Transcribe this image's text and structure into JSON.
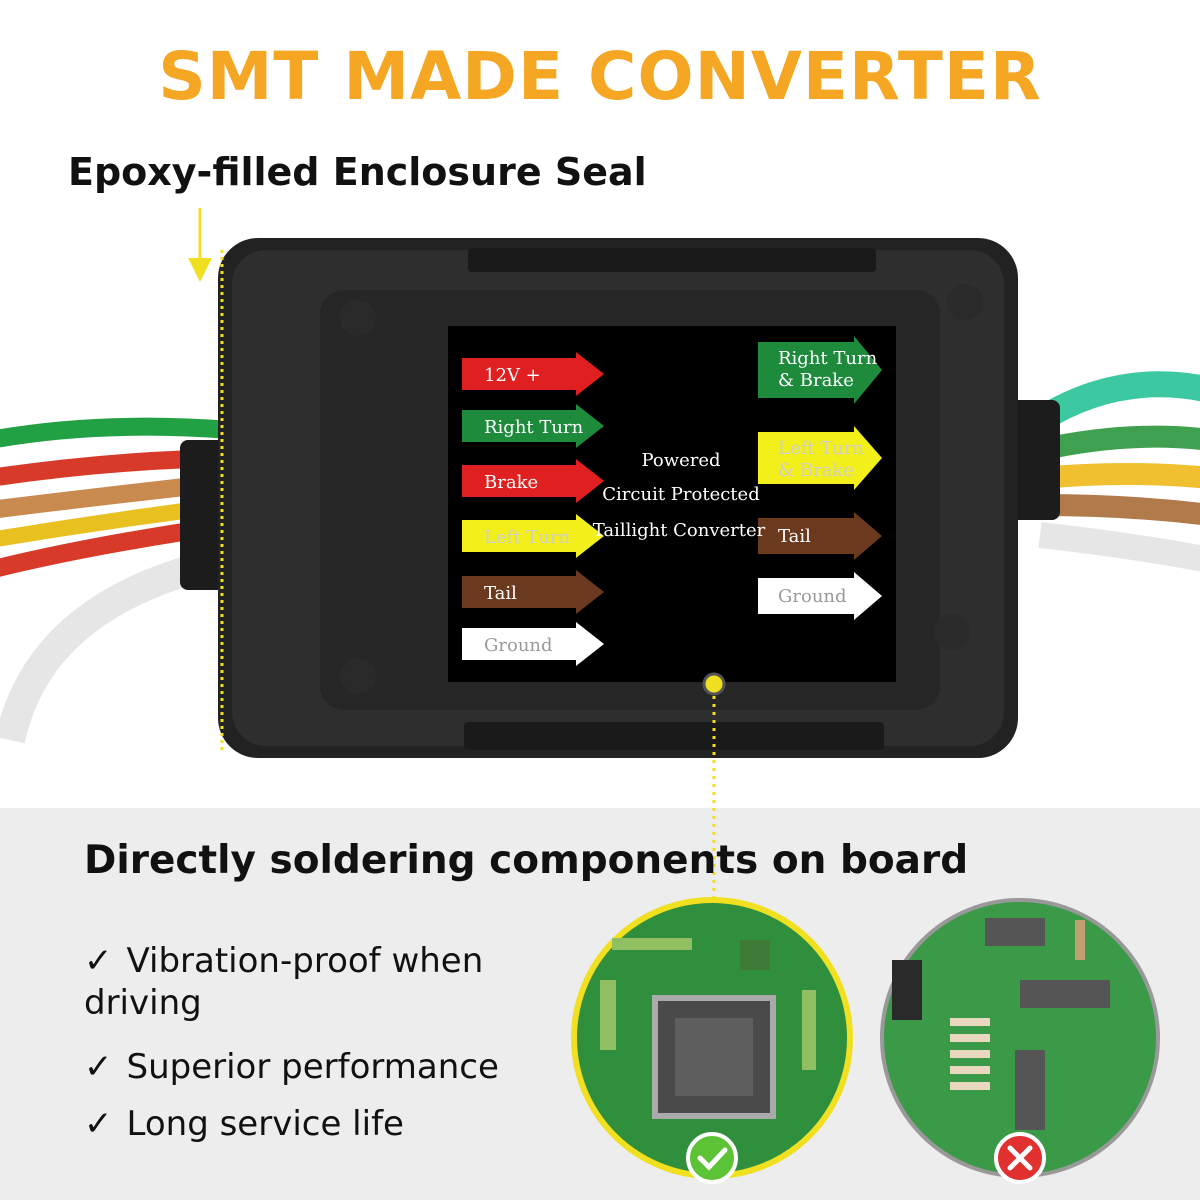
{
  "headline": "SMT MADE CONVERTER",
  "epoxy_label": "Epoxy-filled Enclosure Seal",
  "panel": {
    "center_lines": [
      "Powered",
      "Circuit Protected",
      "Taillight Converter"
    ],
    "inputs": [
      {
        "label": "12V +",
        "color": "#e02020",
        "text_color": "#ffffff"
      },
      {
        "label": "Right Turn",
        "color": "#1e8a3c",
        "text_color": "#ffffff"
      },
      {
        "label": "Brake",
        "color": "#e02020",
        "text_color": "#ffffff"
      },
      {
        "label": "Left Turn",
        "color": "#f2ef1a",
        "text_color": "#cfcfcf"
      },
      {
        "label": "Tail",
        "color": "#6b3a1e",
        "text_color": "#ffffff"
      },
      {
        "label": "Ground",
        "color": "#ffffff",
        "text_color": "#9a9a9a"
      }
    ],
    "outputs": [
      {
        "label_lines": [
          "Right Turn",
          "& Brake"
        ],
        "color": "#1e8a3c",
        "text_color": "#ffffff"
      },
      {
        "label_lines": [
          "Left Turn",
          "& Brake"
        ],
        "color": "#f2ef1a",
        "text_color": "#cfcfcf"
      },
      {
        "label_lines": [
          "Tail"
        ],
        "color": "#6b3a1e",
        "text_color": "#ffffff"
      },
      {
        "label_lines": [
          "Ground"
        ],
        "color": "#ffffff",
        "text_color": "#9a9a9a"
      }
    ]
  },
  "soldering": {
    "title": "Directly soldering components on board",
    "features": [
      {
        "check": "✓",
        "text": "Vibration-proof when driving"
      },
      {
        "check": "✓",
        "text": "Superior performance"
      },
      {
        "check": "✓",
        "text": "Long service life"
      }
    ],
    "good_badge_icon": "check-badge-icon",
    "bad_badge_icon": "cross-badge-icon"
  },
  "colors": {
    "headline": "#f5a623",
    "accent_yellow": "#f0e020",
    "good": "#5cc236",
    "bad": "#e03030",
    "pcb_green": "#2f8f3c"
  }
}
